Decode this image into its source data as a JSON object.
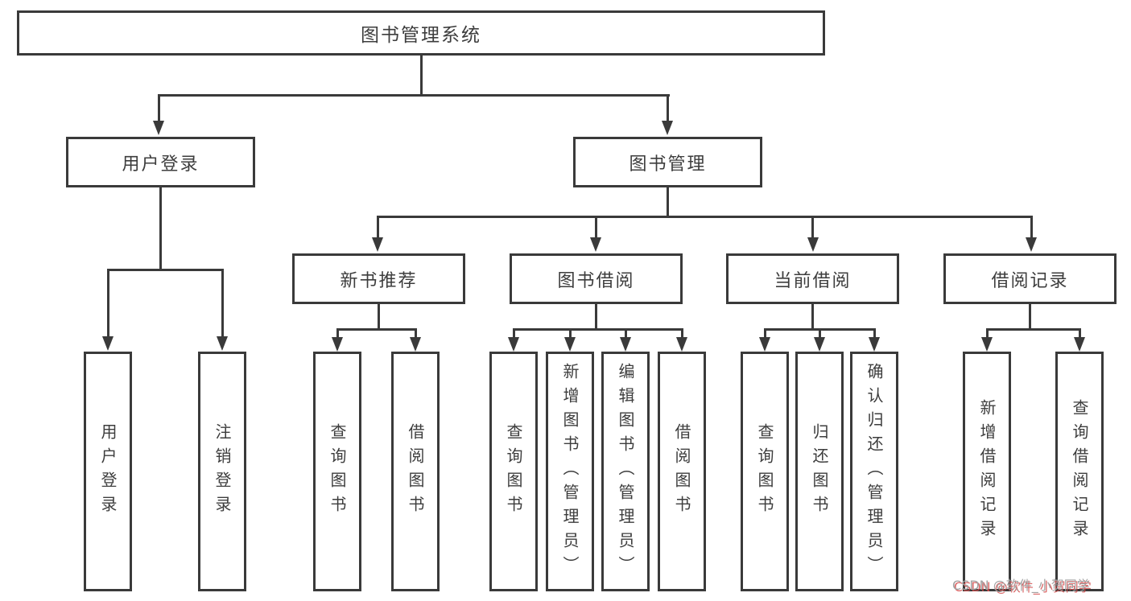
{
  "diagram": {
    "title": "图书管理系统",
    "root": {
      "label": "图书管理系统"
    },
    "level2": [
      {
        "id": "user-login",
        "label": "用户登录"
      },
      {
        "id": "book-management",
        "label": "图书管理"
      }
    ],
    "level3": [
      {
        "id": "new-book-recommend",
        "parent": "图书管理",
        "label": "新书推荐"
      },
      {
        "id": "book-borrowing",
        "parent": "图书管理",
        "label": "图书借阅"
      },
      {
        "id": "current-borrowing",
        "parent": "图书管理",
        "label": "当前借阅"
      },
      {
        "id": "borrowing-records",
        "parent": "图书管理",
        "label": "借阅记录"
      }
    ],
    "leaves": [
      {
        "parent": "用户登录",
        "label": "用户登录"
      },
      {
        "parent": "用户登录",
        "label": "注销登录"
      },
      {
        "parent": "新书推荐",
        "label": "查询图书"
      },
      {
        "parent": "新书推荐",
        "label": "借阅图书"
      },
      {
        "parent": "图书借阅",
        "label": "查询图书"
      },
      {
        "parent": "图书借阅",
        "label": "新增图书（管理员）"
      },
      {
        "parent": "图书借阅",
        "label": "编辑图书（管理员）"
      },
      {
        "parent": "图书借阅",
        "label": "借阅图书"
      },
      {
        "parent": "当前借阅",
        "label": "查询图书"
      },
      {
        "parent": "当前借阅",
        "label": "归还图书"
      },
      {
        "parent": "当前借阅",
        "label": "确认归还（管理员）"
      },
      {
        "parent": "借阅记录",
        "label": "新增借阅记录"
      },
      {
        "parent": "借阅记录",
        "label": "查询借阅记录"
      }
    ],
    "colors": {
      "line": "#3a3a3a",
      "text": "#3d3d3d",
      "background": "#ffffff"
    }
  },
  "watermark": {
    "text": "CSDN @软件_小贺同学",
    "color": "#a3a3a3",
    "shadow_color": "#d34b4b"
  }
}
